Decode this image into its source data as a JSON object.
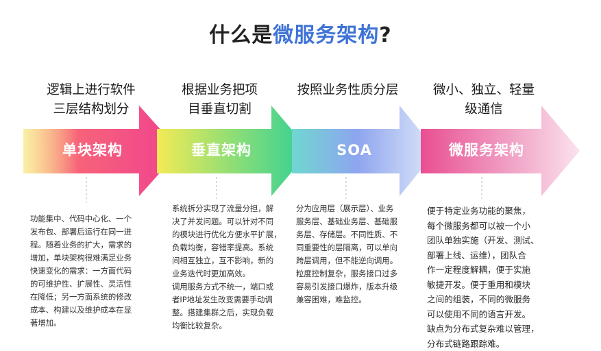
{
  "title": {
    "prefix": "什么是",
    "highlight": "微服务架构",
    "suffix": "?"
  },
  "colors": {
    "highlight": "#3f74d6",
    "monolith": "#f0418f",
    "vertical": "#2fcf98",
    "soa": "#7b93ee",
    "microservice": "#e94f92"
  },
  "stages": [
    {
      "heading": [
        "逻辑上进行软件",
        "三层结构划分"
      ],
      "label": "单块架构",
      "desc": [
        "功能集中、代码中心化、一个",
        "发布包、部署后运行在同一进",
        "程。随着业务的扩大，需求的",
        "增加，单块架构很难满足业务",
        "快速变化的需求：一方面代码",
        "的可维护性、扩展性、灵活性",
        "在降低；另一方面系统的修改",
        "成本、构建以及维护成本在显",
        "著增加。"
      ]
    },
    {
      "heading": [
        "根据业务把项",
        "目垂直切割"
      ],
      "label": "垂直架构",
      "desc": [
        "系统拆分实现了流量分担，解",
        "决了并发问题。可以针对不同",
        "的模块进行优化方便水平扩展，",
        "负载均衡，容错率提高。系统",
        "间相互独立，互不影响，新的",
        "业务迭代时更加高效。",
        "调用服务方式不统一，端口或",
        "者IP地址发生改变需要手动调",
        "整。搭建集群之后，实现负载",
        "均衡比较复杂。"
      ]
    },
    {
      "heading": [
        "按照业务性质分层"
      ],
      "label": "SOA",
      "desc": [
        "分为应用层（展示层）、业务",
        "服务层、基础业务层、基础服",
        "务层、存储层。不同性质、不",
        "同重要性的层隔离，可以单向",
        "跨层调用，但不能逆向调用。",
        "粒度控制复杂，服务接口过多",
        "容易引发接口爆炸，版本升级",
        "兼容困难，难监控。"
      ]
    },
    {
      "heading": [
        "微小、独立、轻量",
        "级通信"
      ],
      "label": "微服务架构",
      "desc": [
        "便于特定业务功能的聚焦，",
        "每个微服务都可以被一个小",
        "团队单独实施（开发、测试、",
        "部署上线、运维），团队合",
        "作一定程度解耦，便于实施",
        "敏捷开发。便于重用和模块",
        "之间的组装，不同的微服务",
        "可以使用不同的语言开发。",
        "缺点为分布式复杂难以管理，",
        "分布式链路跟踪难。"
      ]
    }
  ]
}
